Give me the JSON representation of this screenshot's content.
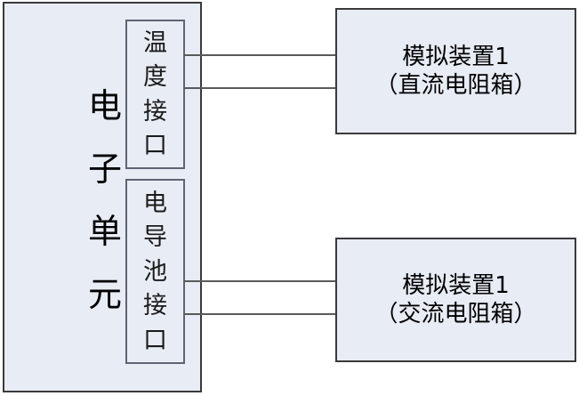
{
  "diagram": {
    "title": "",
    "colors": {
      "box_fill": "#e8ecf5",
      "box_border": "#3a3a3a",
      "inner_border": "#5e6472",
      "wire": "#5a5a5a",
      "page_background": "#ffffff",
      "text": "#000000"
    },
    "electronic_unit": {
      "label_chars": [
        "电",
        "子",
        "单",
        "元"
      ],
      "label_text": "电子单元",
      "ports": [
        {
          "id": "temperature-port",
          "label_text": "温度接口",
          "chars": [
            "温",
            "度",
            "接",
            "口"
          ]
        },
        {
          "id": "conductivity-cell-port",
          "label_text": "电导池接口",
          "chars": [
            "电",
            "导",
            "池",
            "接",
            "口"
          ]
        }
      ]
    },
    "devices": [
      {
        "id": "simulator-dc",
        "line1": "模拟装置1",
        "line2": "（直流电阻箱）"
      },
      {
        "id": "simulator-ac",
        "line1": "模拟装置1",
        "line2": "（交流电阻箱）"
      }
    ],
    "connections": [
      {
        "id": "wire-temp-1",
        "from": "temperature-port",
        "to": "simulator-dc"
      },
      {
        "id": "wire-temp-2",
        "from": "temperature-port",
        "to": "simulator-dc"
      },
      {
        "id": "wire-cond-1",
        "from": "conductivity-cell-port",
        "to": "simulator-ac"
      },
      {
        "id": "wire-cond-2",
        "from": "conductivity-cell-port",
        "to": "simulator-ac"
      }
    ]
  }
}
